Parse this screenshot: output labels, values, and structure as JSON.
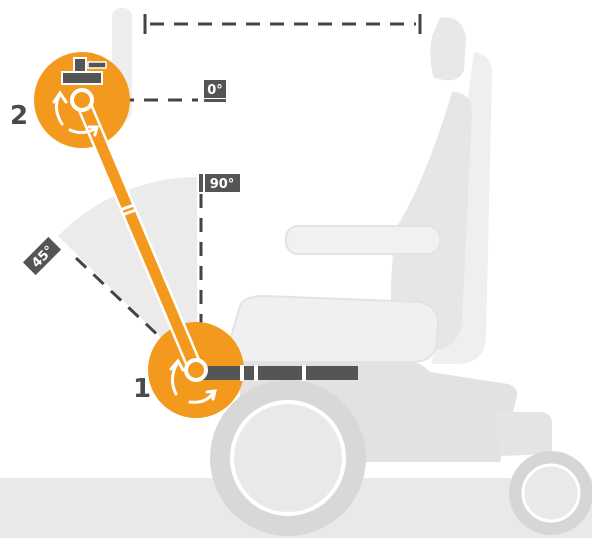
{
  "colors": {
    "accent": "#f39a1e",
    "wheelchair": "#eeeeee",
    "wheelchair_shade": "#e2e2e2",
    "wheel": "#d6d6d6",
    "floor": "#e9e9e9",
    "rail": "#555555",
    "dash": "#444444",
    "sector": "#ebebeb"
  },
  "diagram": {
    "pivot_1_label": "1",
    "pivot_2_label": "2",
    "angle_0": "0°",
    "angle_45": "45°",
    "angle_90": "90°"
  },
  "icons": [
    "rotate-arrows-icon",
    "mount-clamp-icon"
  ]
}
